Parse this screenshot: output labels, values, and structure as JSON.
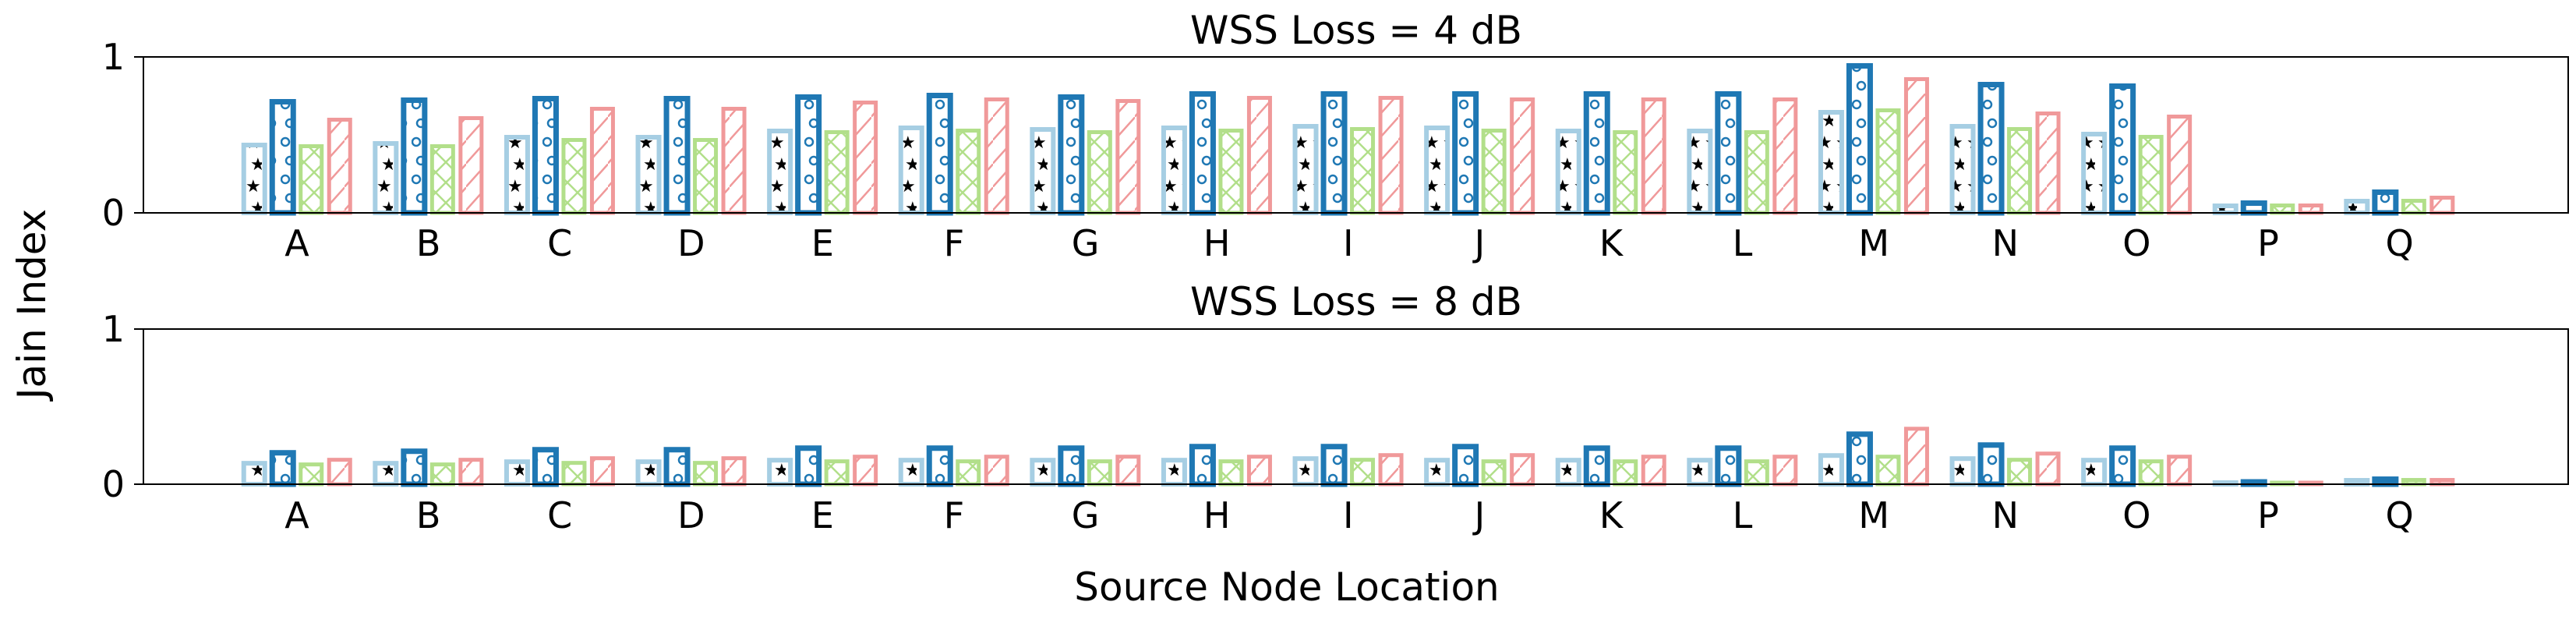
{
  "figure": {
    "ylabel": "Jain Index",
    "xlabel": "Source Node Location"
  },
  "chart_data": [
    {
      "type": "bar",
      "title": "WSS Loss = 4 dB",
      "ylim": [
        0,
        1
      ],
      "yticks": [
        0,
        1
      ],
      "grid": false,
      "categories": [
        "A",
        "B",
        "C",
        "D",
        "E",
        "F",
        "G",
        "H",
        "I",
        "J",
        "K",
        "L",
        "M",
        "N",
        "O",
        "P",
        "Q"
      ],
      "series": [
        {
          "color": "#a6cee3",
          "hatch": "stars",
          "values": [
            0.45,
            0.46,
            0.5,
            0.5,
            0.54,
            0.56,
            0.55,
            0.56,
            0.57,
            0.56,
            0.54,
            0.54,
            0.66,
            0.57,
            0.52,
            0.06,
            0.09
          ]
        },
        {
          "color": "#1f78b4",
          "hatch": "circles",
          "values": [
            0.73,
            0.74,
            0.75,
            0.75,
            0.76,
            0.77,
            0.76,
            0.78,
            0.78,
            0.78,
            0.78,
            0.78,
            0.96,
            0.84,
            0.83,
            0.08,
            0.15
          ]
        },
        {
          "color": "#b2df8a",
          "hatch": "crosshatch",
          "values": [
            0.44,
            0.44,
            0.48,
            0.48,
            0.53,
            0.54,
            0.53,
            0.54,
            0.55,
            0.54,
            0.53,
            0.53,
            0.67,
            0.55,
            0.5,
            0.06,
            0.09
          ]
        },
        {
          "color": "#f0999a",
          "hatch": "diagonal",
          "values": [
            0.61,
            0.62,
            0.68,
            0.68,
            0.72,
            0.74,
            0.73,
            0.75,
            0.75,
            0.74,
            0.74,
            0.74,
            0.87,
            0.65,
            0.63,
            0.06,
            0.11
          ]
        }
      ]
    },
    {
      "type": "bar",
      "title": "WSS Loss = 8 dB",
      "ylim": [
        0,
        1
      ],
      "yticks": [
        0,
        1
      ],
      "grid": false,
      "categories": [
        "A",
        "B",
        "C",
        "D",
        "E",
        "F",
        "G",
        "H",
        "I",
        "J",
        "K",
        "L",
        "M",
        "N",
        "O",
        "P",
        "Q"
      ],
      "series": [
        {
          "color": "#a6cee3",
          "hatch": "stars",
          "values": [
            0.15,
            0.15,
            0.16,
            0.16,
            0.17,
            0.17,
            0.17,
            0.17,
            0.18,
            0.17,
            0.17,
            0.17,
            0.2,
            0.18,
            0.17,
            0.02,
            0.04
          ]
        },
        {
          "color": "#1f78b4",
          "hatch": "circles",
          "values": [
            0.22,
            0.23,
            0.24,
            0.24,
            0.25,
            0.25,
            0.25,
            0.26,
            0.26,
            0.26,
            0.25,
            0.25,
            0.34,
            0.27,
            0.25,
            0.03,
            0.05
          ]
        },
        {
          "color": "#b2df8a",
          "hatch": "crosshatch",
          "values": [
            0.14,
            0.14,
            0.15,
            0.15,
            0.16,
            0.16,
            0.16,
            0.16,
            0.17,
            0.16,
            0.16,
            0.16,
            0.19,
            0.17,
            0.16,
            0.02,
            0.04
          ]
        },
        {
          "color": "#f0999a",
          "hatch": "diagonal",
          "values": [
            0.17,
            0.17,
            0.18,
            0.18,
            0.19,
            0.19,
            0.19,
            0.19,
            0.2,
            0.2,
            0.19,
            0.19,
            0.37,
            0.21,
            0.19,
            0.02,
            0.04
          ]
        }
      ]
    }
  ]
}
